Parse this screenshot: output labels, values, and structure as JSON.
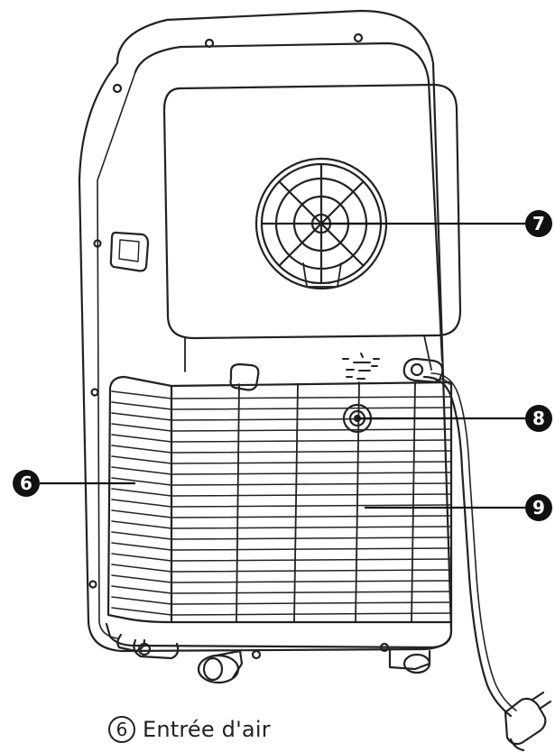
{
  "callouts": {
    "c6": "6",
    "c7": "7",
    "c8": "8",
    "c9": "9"
  },
  "caption": {
    "number": "6",
    "label": "Entrée d'air"
  },
  "colors": {
    "line": "#222222",
    "callout_fill": "#111111",
    "background": "#ffffff"
  }
}
